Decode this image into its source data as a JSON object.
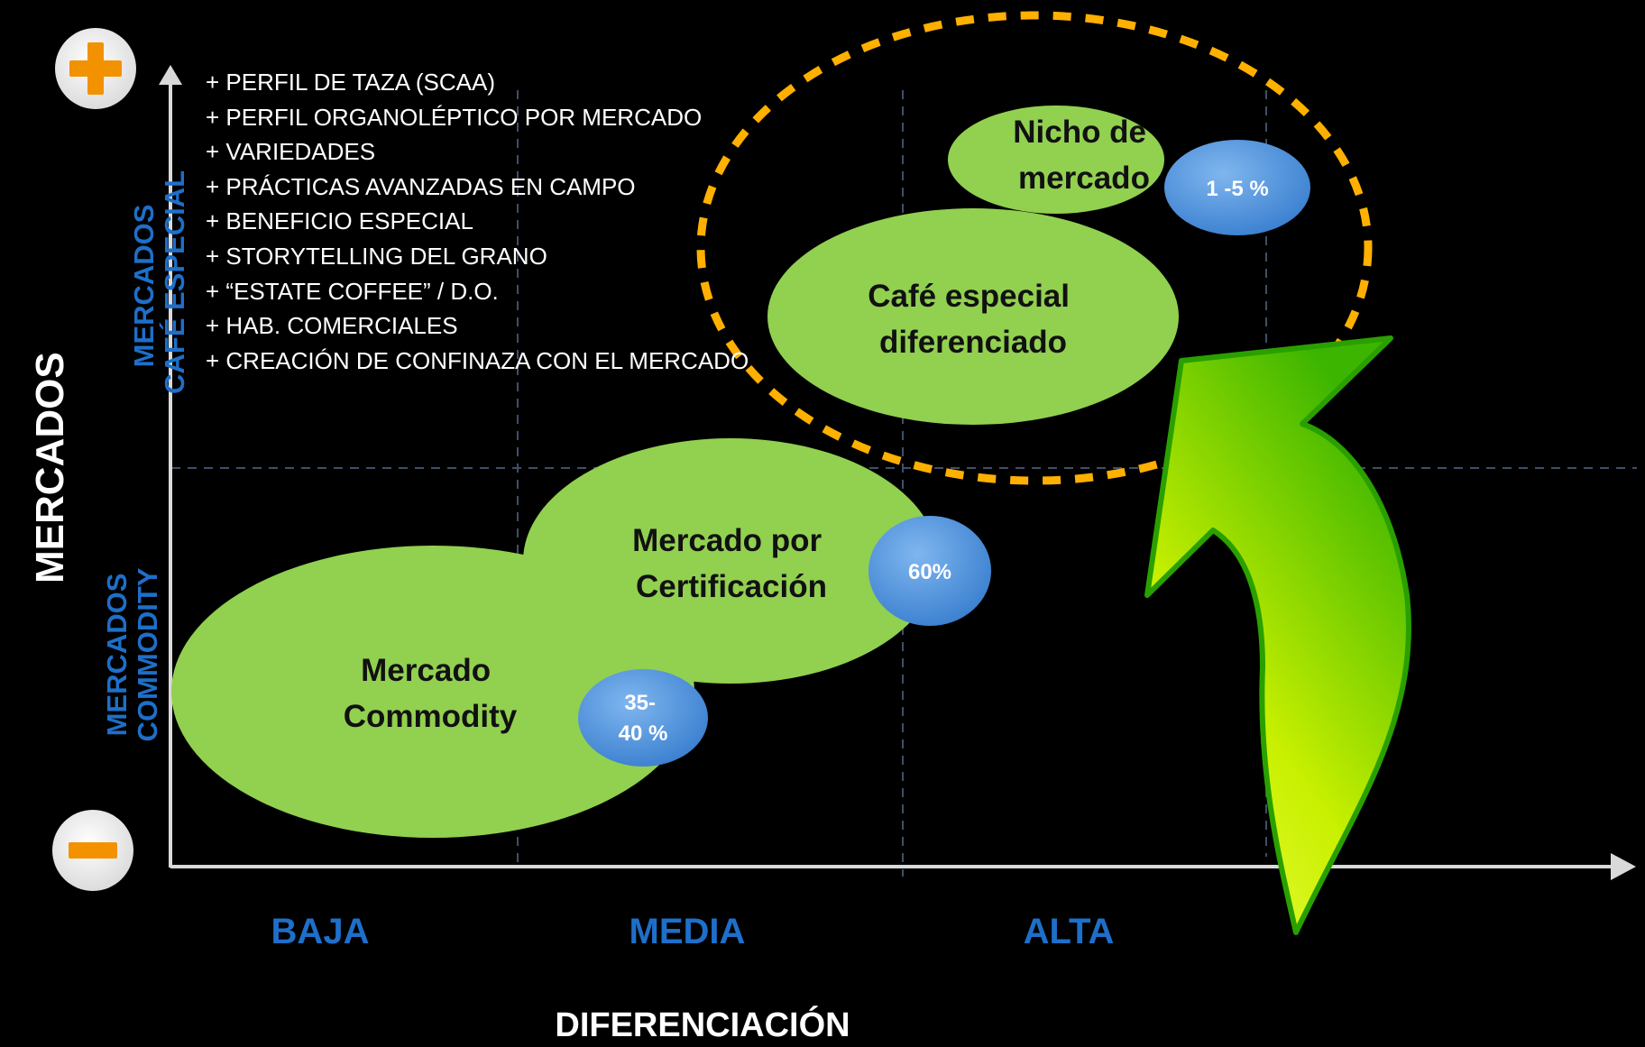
{
  "axes": {
    "y_title": "MERCADOS",
    "x_title": "DIFERENCIACIÓN",
    "y_categories": {
      "top": [
        "MERCADOS",
        "CAFÉ ESPECIAL"
      ],
      "bottom": [
        "MERCADOS",
        "COMMODITY"
      ]
    },
    "x_categories": [
      "BAJA",
      "MEDIA",
      "ALTA"
    ],
    "plus_symbol": "+",
    "minus_symbol": "−"
  },
  "features": [
    "+ PERFIL DE TAZA (SCAA)",
    "+ PERFIL ORGANOLÉPTICO POR MERCADO",
    "+ VARIEDADES",
    "+ PRÁCTICAS AVANZADAS EN CAMPO",
    "+ BENEFICIO ESPECIAL",
    "+ STORYTELLING DEL GRANO",
    "+ “ESTATE COFFEE” / D.O.",
    "+ HAB. COMERCIALES",
    "+ CREACIÓN DE CONFINAZA CON EL MERCADO"
  ],
  "markets": [
    {
      "id": "commodity",
      "label": [
        "Mercado",
        "Commodity"
      ],
      "share": [
        "35-",
        "40 %"
      ]
    },
    {
      "id": "certification",
      "label": [
        "Mercado por",
        "Certificación"
      ],
      "share": [
        "60%"
      ]
    },
    {
      "id": "specialty",
      "label": [
        "Café especial",
        "diferenciado"
      ],
      "share": []
    },
    {
      "id": "niche",
      "label": [
        "Nicho de",
        "mercado"
      ],
      "share": [
        "1 -5 %"
      ]
    }
  ],
  "colors": {
    "background": "#000000",
    "ellipse_fill": "#92d050",
    "badge_fill": "#4a90d9",
    "category_blue": "#1e6fc9",
    "dashed_highlight": "#ffb000",
    "arrow_green": "#7fd400",
    "icon_orange": "#f39200"
  },
  "icons": [
    "plus-icon",
    "minus-icon",
    "growth-arrow-icon"
  ]
}
